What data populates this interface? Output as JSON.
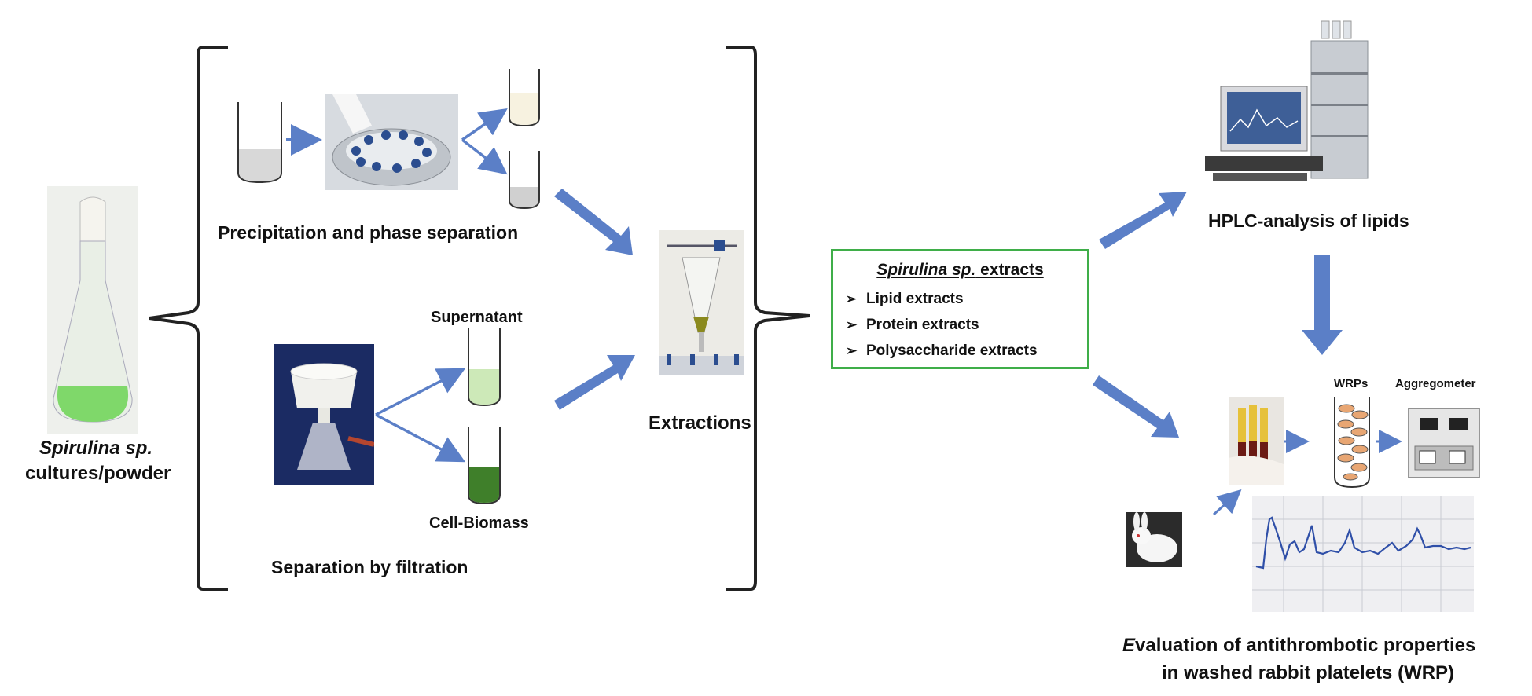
{
  "source": {
    "title_italic": "Spirulina sp.",
    "subtitle": "cultures/powder"
  },
  "steps": {
    "precipitation": "Precipitation and phase separation",
    "supernatant": "Supernatant",
    "cell_biomass": "Cell-Biomass",
    "filtration": "Separation by filtration",
    "extractions": "Extractions"
  },
  "extracts_box": {
    "title_italic": "Spirulina sp.",
    "title_rest": " extracts",
    "bullet": "➢",
    "items": [
      "Lipid extracts",
      "Protein extracts",
      "Polysaccharide extracts"
    ]
  },
  "analysis": {
    "hplc": "HPLC-analysis of lipids",
    "wrps": "WRPs",
    "aggregometer": "Aggregometer",
    "evaluation_first_letter": "E",
    "evaluation_line1_rest": "valuation of antithrombotic properties",
    "evaluation_line2": "in washed rabbit platelets (WRP)"
  },
  "colors": {
    "arrow": "#5b7fc7",
    "box_border": "#3fae49",
    "culture_green": "#7fd86a",
    "biomass_green": "#3f7f2a",
    "supernatant_green": "#cde9b8"
  },
  "icons": [
    "flask-photo",
    "tube-icon",
    "centrifuge-photo",
    "buchner-funnel-photo",
    "separatory-funnel-photo",
    "hplc-photo",
    "blood-tubes-photo",
    "aggregometer-icon",
    "rabbit-photo",
    "aggregation-trace-photo"
  ]
}
